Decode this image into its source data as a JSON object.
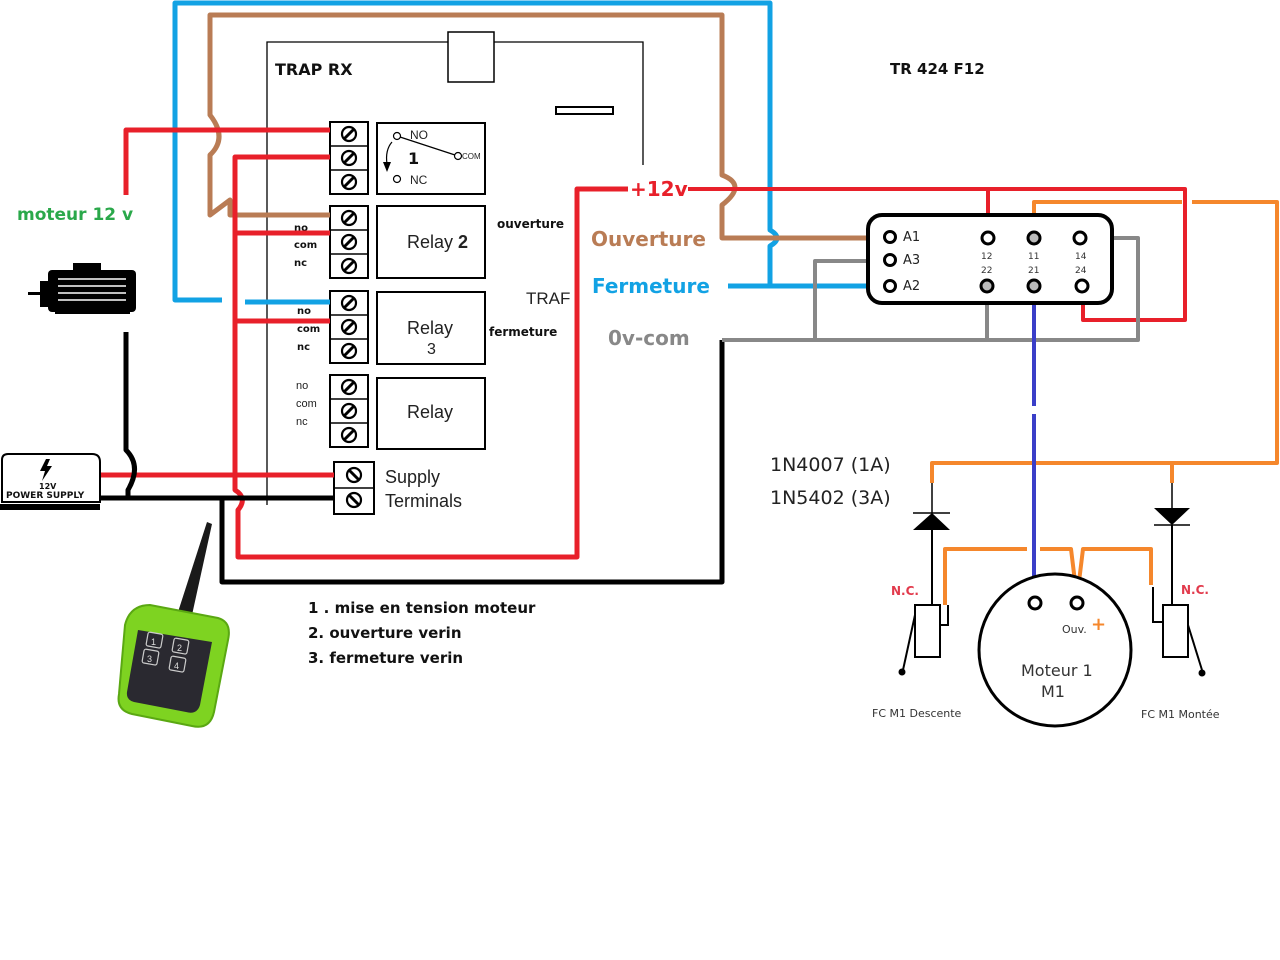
{
  "colors": {
    "red": "#e8202a",
    "blue": "#12a2e4",
    "brown": "#b97c55",
    "grey": "#888888",
    "black": "#000000",
    "orange": "#f5872c",
    "indigo": "#3a3ec8",
    "green_text": "#2aa84a",
    "nc_red": "#e23a4c",
    "remote_green": "#7ed321"
  },
  "receiver": {
    "title": "TRAP RX",
    "partial_label": "TRAF",
    "relay1": {
      "number": "1",
      "no_label": "NO",
      "nc_label": "NC",
      "com_label": "COM"
    },
    "relay2": {
      "label": "Relay",
      "number": "2",
      "pins": [
        "no",
        "com",
        "nc"
      ],
      "function_label": "ouverture"
    },
    "relay3": {
      "label": "Relay",
      "number": "3",
      "pins": [
        "no",
        "com",
        "nc"
      ],
      "function_label": "fermeture"
    },
    "relay4": {
      "label": "Relay",
      "pins": [
        "no",
        "com",
        "nc"
      ]
    },
    "supply": {
      "line1": "Supply",
      "line2": "Terminals"
    }
  },
  "motor12": {
    "label": "moteur 12 v"
  },
  "power_supply": {
    "voltage": "12V",
    "label": "POWER SUPPLY"
  },
  "wire_labels": {
    "plus12": "+12v",
    "ouverture": "Ouverture",
    "fermeture": "Fermeture",
    "zero_com": "0v-com"
  },
  "tr424": {
    "title": "TR 424 F12",
    "coil_pins": [
      "A1",
      "A3",
      "A2"
    ],
    "top_numbers": [
      "12",
      "11",
      "14"
    ],
    "bottom_numbers": [
      "22",
      "21",
      "24"
    ]
  },
  "diodes": {
    "line1": "1N4007 (1A)",
    "line2": "1N5402 (3A)"
  },
  "motor1": {
    "line1": "Moteur 1",
    "line2": "M1",
    "terminal_label": "Ouv.",
    "plus": "+"
  },
  "limit_switches": {
    "left": {
      "contact": "N.C.",
      "label": "FC M1 Descente"
    },
    "right": {
      "contact": "N.C.",
      "label": "FC M1 Montée"
    }
  },
  "remote": {
    "buttons": [
      "1",
      "2",
      "3",
      "4"
    ]
  },
  "legend": {
    "items": [
      "1 . mise en tension moteur",
      "2. ouverture verin",
      "3. fermeture verin"
    ]
  }
}
